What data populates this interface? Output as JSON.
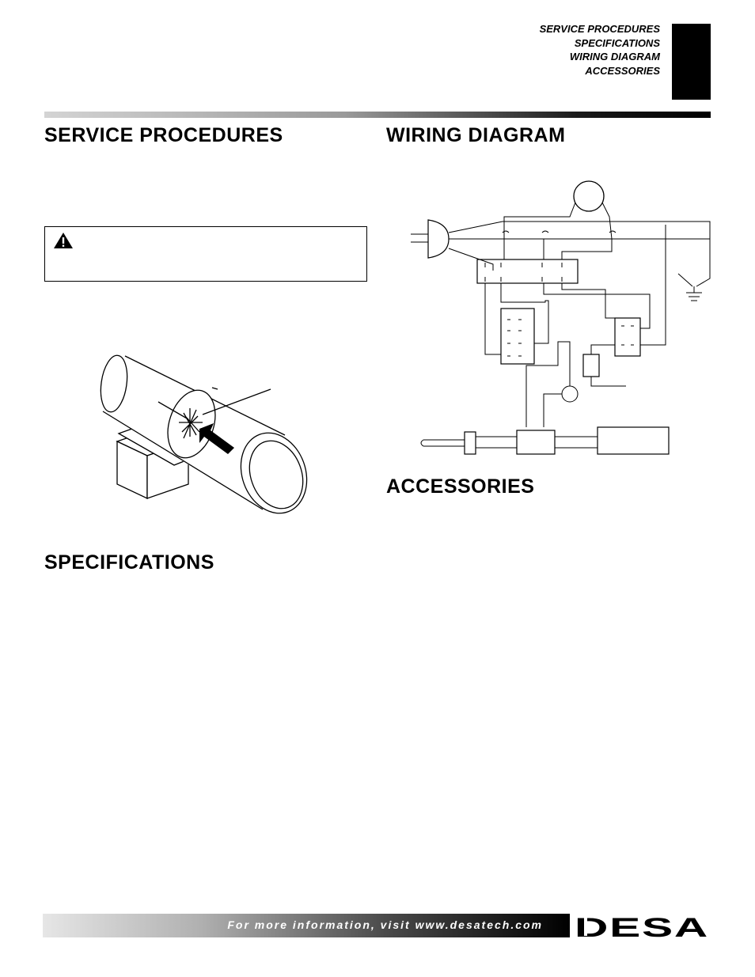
{
  "header": {
    "toc": [
      "SERVICE PROCEDURES",
      "SPECIFICATIONS",
      "WIRING DIAGRAM",
      "ACCESSORIES"
    ]
  },
  "sections": {
    "service_procedures": "SERVICE PROCEDURES",
    "specifications": "SPECIFICATIONS",
    "wiring_diagram": "WIRING DIAGRAM",
    "accessories": "ACCESSORIES"
  },
  "icons": {
    "warning": "warning-triangle-icon",
    "logo": "desa-logo"
  },
  "footer": {
    "text": "For more information, visit www.desatech.com",
    "logo_text": "DESA"
  }
}
